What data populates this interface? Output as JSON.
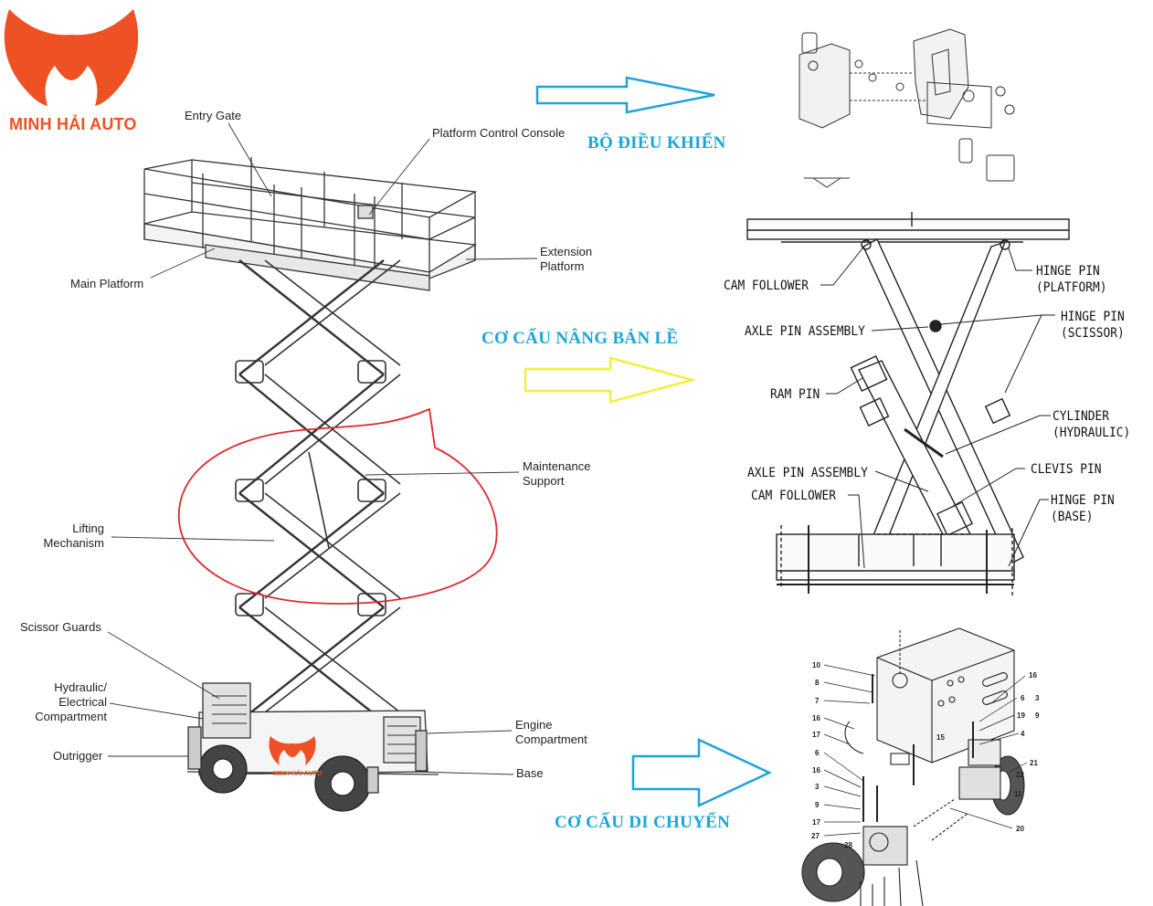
{
  "brand": {
    "name": "MINH HẢI AUTO",
    "mini_name": "MINH HẢI AUTO",
    "color": "#ee5124"
  },
  "main_labels": {
    "entry_gate": "Entry Gate",
    "platform_control_console": "Platform Control Console",
    "extension_platform_1": "Extension",
    "extension_platform_2": "Platform",
    "main_platform": "Main Platform",
    "maintenance_support_1": "Maintenance",
    "maintenance_support_2": "Support",
    "lifting_mechanism_1": "Lifting",
    "lifting_mechanism_2": "Mechanism",
    "scissor_guards": "Scissor Guards",
    "hydraulic_1": "Hydraulic/",
    "hydraulic_2": "Electrical",
    "hydraulic_3": "Compartment",
    "outrigger": "Outrigger",
    "engine_1": "Engine",
    "engine_2": "Compartment",
    "base": "Base"
  },
  "captions": {
    "controller": "BỘ ĐIỀU KHIỂN",
    "hinge_lift": "CƠ CẤU NÂNG BẢN LỀ",
    "drive": "CƠ CẤU DI CHUYỂN"
  },
  "scissor_labels": {
    "cam_follower_top": "CAM FOLLOWER",
    "axle_pin_top": "AXLE PIN ASSEMBLY",
    "ram_pin": "RAM PIN",
    "axle_pin_bottom": "AXLE PIN ASSEMBLY",
    "cam_follower_bottom": "CAM FOLLOWER",
    "hinge_pin_platform_1": "HINGE PIN",
    "hinge_pin_platform_2": "(PLATFORM)",
    "hinge_pin_scissor_1": "HINGE PIN",
    "hinge_pin_scissor_2": "(SCISSOR)",
    "cylinder_1": "CYLINDER",
    "cylinder_2": "(HYDRAULIC)",
    "clevis_pin": "CLEVIS PIN",
    "hinge_pin_base_1": "HINGE PIN",
    "hinge_pin_base_2": "(BASE)"
  },
  "part_numbers_left": [
    "10",
    "8",
    "7",
    "16",
    "17",
    "6",
    "16",
    "3",
    "9",
    "17",
    "27",
    "28"
  ],
  "part_numbers_right": [
    "16",
    "6",
    "3",
    "19",
    "9",
    "4",
    "15",
    "21",
    "22",
    "11",
    "20"
  ],
  "colors": {
    "arrow_blue": "#1ea3dd",
    "arrow_yellow": "#f2ef3a",
    "ellipse_red": "#e0292e",
    "caption": "#1aa7d8"
  }
}
